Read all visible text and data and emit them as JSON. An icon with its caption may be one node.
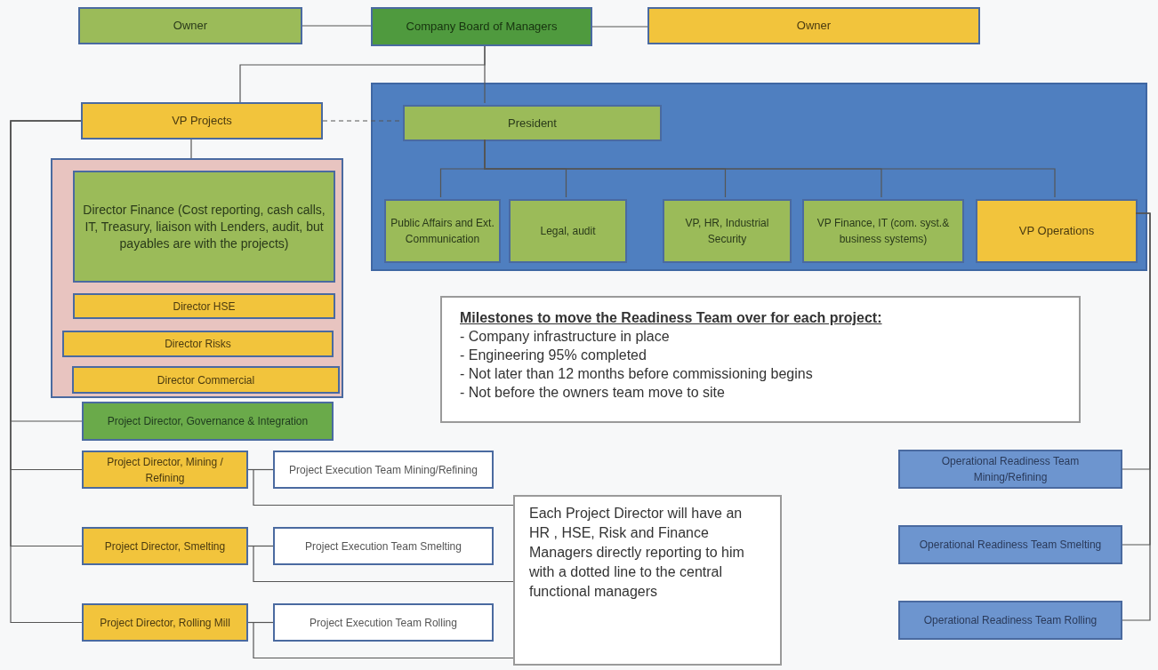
{
  "diagram": {
    "nodes": [
      {
        "text": [
          "Owner"
        ]
      },
      {
        "text": [
          "Company Board of Managers"
        ]
      },
      {
        "text": [
          "Owner"
        ]
      },
      {
        "text": [
          "VP Projects"
        ]
      },
      {
        "text": [],
        "shape": "box"
      },
      {
        "text": [
          "President"
        ],
        "in": 4
      },
      {
        "text": [
          "Public Affairs and Ext. Communication"
        ],
        "in": 4
      },
      {
        "text": [
          "Legal, audit"
        ],
        "in": 4
      },
      {
        "text": [
          "VP, HR, Industrial Security"
        ],
        "in": 4
      },
      {
        "text": [
          "VP Finance, IT (com. syst.& business systems)"
        ],
        "in": 4
      },
      {
        "text": [
          "VP Operations"
        ],
        "in": 4
      },
      {
        "text": [],
        "shape": "box"
      },
      {
        "text": [
          "Director  Finance (Cost reporting, cash calls, IT, Treasury, liaison with Lenders, audit, but payables are with the projects)"
        ],
        "in": 11
      },
      {
        "text": [
          "Director HSE"
        ],
        "in": 11
      },
      {
        "text": [
          "Director Risks"
        ],
        "in": 11
      },
      {
        "text": [
          "Director Commercial"
        ],
        "in": 11
      },
      {
        "text": [
          "Milestones  to move the Readiness Team over for each project:",
          "- Company infrastructure in place",
          "- Engineering 95% completed",
          "- Not later than 12 months before commissioning begins",
          "- Not before the owners team move to site"
        ]
      },
      {
        "text": [
          "Project Director, Governance & Integration"
        ]
      },
      {
        "text": [
          "Project Director, Mining / Refining"
        ]
      },
      {
        "text": [
          "Project Execution Team Mining/Refining"
        ]
      },
      {
        "text": [
          "Operational Readiness Team Mining/Refining"
        ]
      },
      {
        "text": [
          "Each Project Director will have an HR , HSE, Risk and Finance Managers directly reporting to him with a dotted line to the central functional managers"
        ]
      },
      {
        "text": [
          "Project Director, Smelting"
        ]
      },
      {
        "text": [
          "Project Execution Team Smelting"
        ]
      },
      {
        "text": [
          "Operational Readiness Team  Smelting"
        ]
      },
      {
        "text": [
          "Project Director, Rolling Mill"
        ]
      },
      {
        "text": [
          "Project Execution Team Rolling"
        ]
      },
      {
        "text": [
          "Operational Readiness Team Rolling"
        ]
      }
    ],
    "edges": [
      {
        "from": 0,
        "to": 1,
        "arrow": "none"
      },
      {
        "from": 1,
        "to": 2,
        "arrow": "none"
      },
      {
        "from": 1,
        "to": 3,
        "arrow": "none"
      },
      {
        "from": 1,
        "to": 5,
        "arrow": "none"
      },
      {
        "from": 3,
        "to": 5,
        "arrow": "none",
        "style": "dashed"
      },
      {
        "from": 3,
        "to": 11,
        "arrow": "none"
      },
      {
        "from": 5,
        "to": 6,
        "arrow": "none"
      },
      {
        "from": 5,
        "to": 7,
        "arrow": "none"
      },
      {
        "from": 5,
        "to": 8,
        "arrow": "none"
      },
      {
        "from": 5,
        "to": 9,
        "arrow": "none"
      },
      {
        "from": 5,
        "to": 10,
        "arrow": "none"
      },
      {
        "from": 3,
        "to": 17,
        "arrow": "none"
      },
      {
        "from": 3,
        "to": 18,
        "arrow": "none"
      },
      {
        "from": 3,
        "to": 22,
        "arrow": "none"
      },
      {
        "from": 3,
        "to": 25,
        "arrow": "none"
      },
      {
        "from": 18,
        "to": 19,
        "arrow": "none"
      },
      {
        "from": 22,
        "to": 23,
        "arrow": "none"
      },
      {
        "from": 25,
        "to": 26,
        "arrow": "none"
      },
      {
        "from": 18,
        "to": 21,
        "arrow": "none"
      },
      {
        "from": 22,
        "to": 21,
        "arrow": "none"
      },
      {
        "from": 25,
        "to": 21,
        "arrow": "none"
      },
      {
        "from": 10,
        "to": 20,
        "arrow": "none"
      },
      {
        "from": 10,
        "to": 24,
        "arrow": "none"
      },
      {
        "from": 10,
        "to": 27,
        "arrow": "none"
      }
    ]
  }
}
